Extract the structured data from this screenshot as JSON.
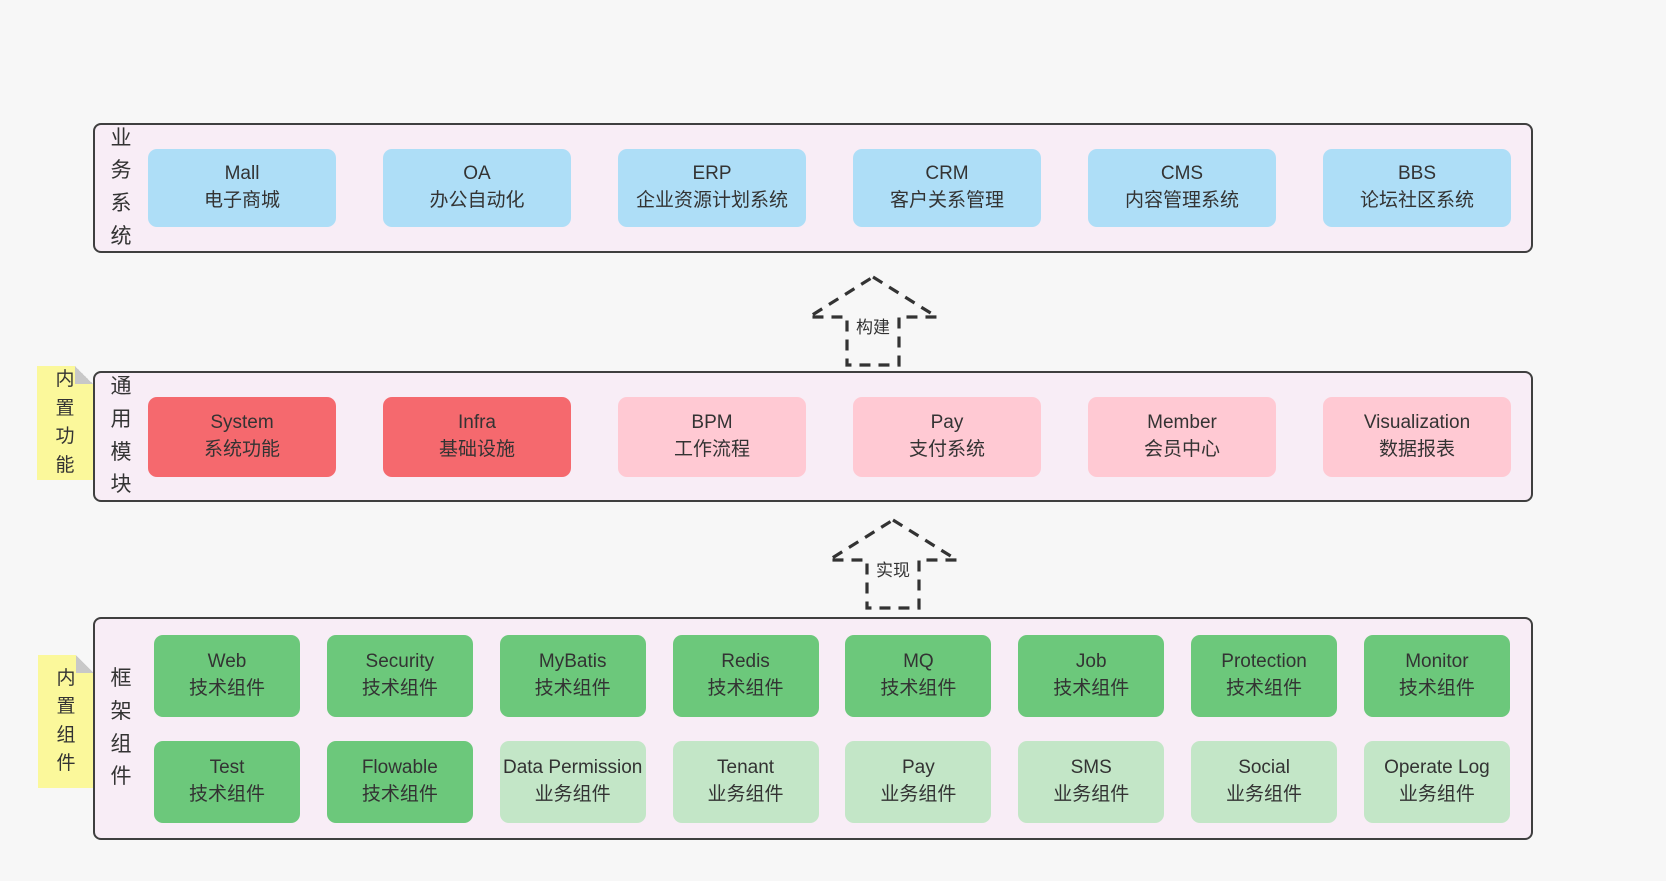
{
  "colors": {
    "page_bg": "#f7f7f7",
    "container_bg": "#f8edf6",
    "container_border": "#3f3f3f",
    "blue_box": "#aedef7",
    "red_box": "#f5696e",
    "pink_box": "#ffc9d3",
    "green_dark_box": "#6cc87b",
    "green_light_box": "#c3e6c7",
    "note_yellow": "#fbf89b",
    "note_fold": "#c8c8c8",
    "text": "#333333"
  },
  "arrows": {
    "build": "构建",
    "implement": "实现"
  },
  "layers": {
    "business": {
      "label": "业务系统",
      "boxes": [
        {
          "name": "Mall",
          "desc": "电子商城"
        },
        {
          "name": "OA",
          "desc": "办公自动化"
        },
        {
          "name": "ERP",
          "desc": "企业资源计划系统"
        },
        {
          "name": "CRM",
          "desc": "客户关系管理"
        },
        {
          "name": "CMS",
          "desc": "内容管理系统"
        },
        {
          "name": "BBS",
          "desc": "论坛社区系统"
        }
      ]
    },
    "modules": {
      "label": "通用模块",
      "note": "内置功能",
      "boxes": [
        {
          "name": "System",
          "desc": "系统功能",
          "type": "red"
        },
        {
          "name": "Infra",
          "desc": "基础设施",
          "type": "red"
        },
        {
          "name": "BPM",
          "desc": "工作流程",
          "type": "pink"
        },
        {
          "name": "Pay",
          "desc": "支付系统",
          "type": "pink"
        },
        {
          "name": "Member",
          "desc": "会员中心",
          "type": "pink"
        },
        {
          "name": "Visualization",
          "desc": "数据报表",
          "type": "pink"
        }
      ]
    },
    "components": {
      "label": "框架组件",
      "note": "内置组件",
      "row1": [
        {
          "name": "Web",
          "desc": "技术组件",
          "type": "green-dark"
        },
        {
          "name": "Security",
          "desc": "技术组件",
          "type": "green-dark"
        },
        {
          "name": "MyBatis",
          "desc": "技术组件",
          "type": "green-dark"
        },
        {
          "name": "Redis",
          "desc": "技术组件",
          "type": "green-dark"
        },
        {
          "name": "MQ",
          "desc": "技术组件",
          "type": "green-dark"
        },
        {
          "name": "Job",
          "desc": "技术组件",
          "type": "green-dark"
        },
        {
          "name": "Protection",
          "desc": "技术组件",
          "type": "green-dark"
        },
        {
          "name": "Monitor",
          "desc": "技术组件",
          "type": "green-dark"
        }
      ],
      "row2": [
        {
          "name": "Test",
          "desc": "技术组件",
          "type": "green-dark"
        },
        {
          "name": "Flowable",
          "desc": "技术组件",
          "type": "green-dark"
        },
        {
          "name": "Data Permission",
          "desc": "业务组件",
          "type": "green-light"
        },
        {
          "name": "Tenant",
          "desc": "业务组件",
          "type": "green-light"
        },
        {
          "name": "Pay",
          "desc": "业务组件",
          "type": "green-light"
        },
        {
          "name": "SMS",
          "desc": "业务组件",
          "type": "green-light"
        },
        {
          "name": "Social",
          "desc": "业务组件",
          "type": "green-light"
        },
        {
          "name": "Operate Log",
          "desc": "业务组件",
          "type": "green-light"
        }
      ]
    }
  }
}
